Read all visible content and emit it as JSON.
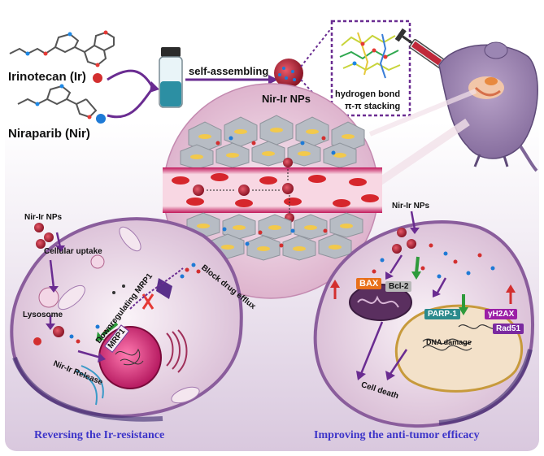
{
  "top": {
    "drug1_label": "Irinotecan (Ir)",
    "drug2_label": "Niraparib (Nir)",
    "process_label": "self-assembling",
    "nanoparticle_label": "Nir-Ir NPs",
    "interaction1": "hydrogen bond",
    "interaction2": "π-π stacking"
  },
  "left_cell": {
    "nps_label": "Nir-Ir NPs",
    "uptake_label": "Cellular uptake",
    "lysosome_label": "Lysosome",
    "release_label": "Nir-Ir Release",
    "downreg_label": "Downregulating MRP1",
    "mrp1_label": "MRP1",
    "efflux_label": "Block drug efflux",
    "caption": "Reversing the Ir-resistance"
  },
  "right_cell": {
    "nps_label": "Nir-Ir NPs",
    "bax_label": "BAX",
    "bcl2_label": "Bcl-2",
    "parp_label": "PARP-1",
    "h2ax_label": "γH2AX",
    "rad51_label": "Rad51",
    "dna_label": "DNA damage",
    "death_label": "Cell death",
    "caption": "Improving the anti-tumor efficacy"
  },
  "colors": {
    "accent_purple": "#6a2c91",
    "nanoparticle_red": "#c0283a",
    "nir_blue": "#1e7ad6",
    "caption_blue": "#3d35c9",
    "bax_orange": "#e8701a",
    "parp_teal": "#2b8a8c",
    "h2ax_magenta": "#9b1fa6"
  }
}
